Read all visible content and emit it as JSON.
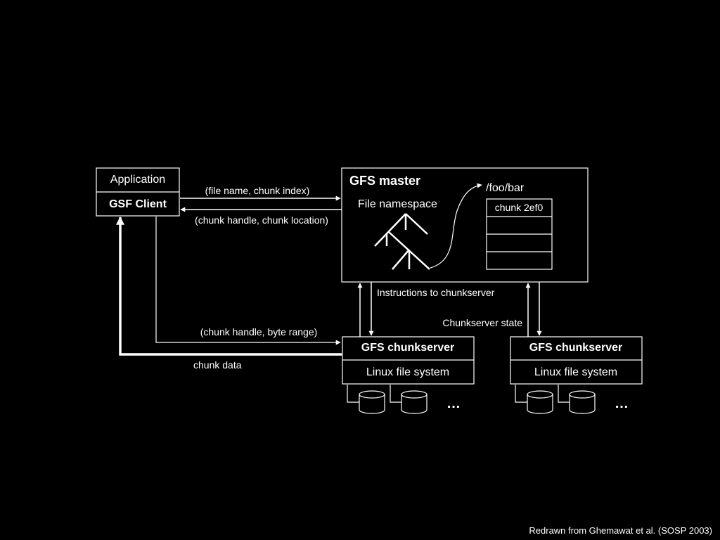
{
  "client_box": {
    "application_label": "Application",
    "client_label": "GSF Client"
  },
  "master": {
    "title": "GFS master",
    "namespace_label": "File namespace",
    "file_path": "/foo/bar",
    "chunk_entry": "chunk 2ef0"
  },
  "messages": {
    "request": "(file name, chunk index)",
    "reply": "(chunk handle, chunk location)",
    "instructions": "Instructions to chunkserver",
    "state": "Chunkserver state",
    "data_request": "(chunk handle, byte range)",
    "data_reply": "chunk data"
  },
  "chunkservers": [
    {
      "title": "GFS chunkserver",
      "fs_label": "Linux file system",
      "more": "…"
    },
    {
      "title": "GFS chunkserver",
      "fs_label": "Linux file system",
      "more": "…"
    }
  ],
  "credit": "Redrawn from Ghemawat et al. (SOSP 2003)"
}
